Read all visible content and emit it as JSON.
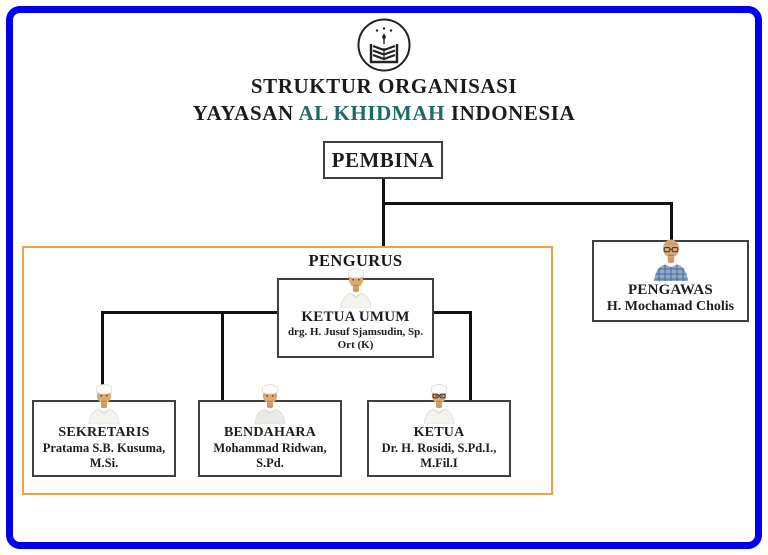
{
  "page": {
    "frame_color": "#0101ee",
    "background_color": "#ffffff"
  },
  "header": {
    "logo_icon": "open-book-lamp-logo",
    "title_line1": "STRUKTUR ORGANISASI",
    "title_line2": {
      "prefix": "YAYASAN ",
      "highlight": "AL KHIDMAH",
      "suffix": " INDONESIA"
    },
    "highlight_color": "#1e6b66"
  },
  "chart": {
    "pembina": {
      "label": "PEMBINA"
    },
    "pengawas": {
      "label": "PENGAWAS",
      "name": "H. Mochamad Cholis",
      "photo": "man-bald-glasses-plaid-shirt"
    },
    "pengurus_group": {
      "label": "PENGURUS",
      "border_color": "#f0a43f",
      "ketua_umum": {
        "label": "KETUA UMUM",
        "name": "drg. H. Jusuf Sjamsudin, Sp. Ort (K)",
        "photo": "man-white-peci-robe"
      },
      "members": [
        {
          "label": "SEKRETARIS",
          "name": "Pratama S.B. Kusuma, M.Si.",
          "photo": "man-white-peci-robe"
        },
        {
          "label": "BENDAHARA",
          "name": "Mohammad Ridwan, S.Pd.",
          "photo": "man-white-peci-shirt"
        },
        {
          "label": "KETUA",
          "name": "Dr. H. Rosidi, S.Pd.I., M.Fil.I",
          "photo": "man-white-peci-glasses-robe"
        }
      ]
    },
    "line_color": "#111111"
  }
}
